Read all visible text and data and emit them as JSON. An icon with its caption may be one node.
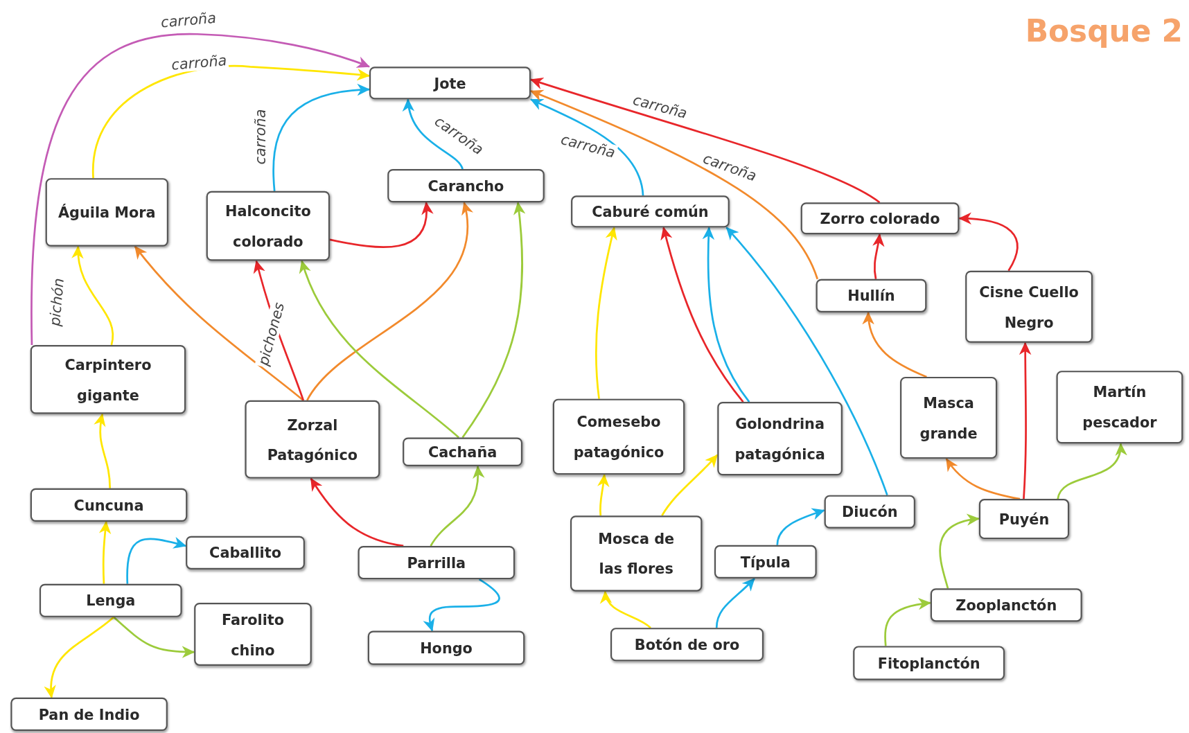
{
  "diagram": {
    "title": "Bosque 2",
    "nodes": [
      {
        "text": [
          "Jote"
        ]
      },
      {
        "text": [
          "Águila Mora"
        ]
      },
      {
        "text": [
          "Halconcito colorado"
        ]
      },
      {
        "text": [
          "Carancho"
        ]
      },
      {
        "text": [
          "Caburé común"
        ]
      },
      {
        "text": [
          "Zorro colorado"
        ]
      },
      {
        "text": [
          "Hullín"
        ]
      },
      {
        "text": [
          "Cisne Cuello Negro"
        ]
      },
      {
        "text": [
          "Carpintero gigante"
        ]
      },
      {
        "text": [
          "Zorzal Patagónico"
        ]
      },
      {
        "text": [
          "Cachaña"
        ]
      },
      {
        "text": [
          "Comesebo patagónico"
        ]
      },
      {
        "text": [
          "Golondrina patagónica"
        ]
      },
      {
        "text": [
          "Masca grande"
        ]
      },
      {
        "text": [
          "Martín pescador"
        ]
      },
      {
        "text": [
          "Cuncuna"
        ]
      },
      {
        "text": [
          "Caballito"
        ]
      },
      {
        "text": [
          "Mosca de las flores"
        ]
      },
      {
        "text": [
          "Diucón"
        ]
      },
      {
        "text": [
          "Puyén"
        ]
      },
      {
        "text": [
          "Parrilla"
        ]
      },
      {
        "text": [
          "Típula"
        ]
      },
      {
        "text": [
          "Lenga"
        ]
      },
      {
        "text": [
          "Farolito chino"
        ]
      },
      {
        "text": [
          "Hongo"
        ]
      },
      {
        "text": [
          "Zooplanctón"
        ]
      },
      {
        "text": [
          "Botón de oro"
        ]
      },
      {
        "text": [
          "Fitoplanctón"
        ]
      },
      {
        "text": [
          "Pan de Indio"
        ]
      }
    ],
    "edges": [
      {
        "from": 8,
        "to": 0,
        "arrow": "to",
        "label": "carroña",
        "color": "#c45bb5"
      },
      {
        "from": 1,
        "to": 0,
        "arrow": "to",
        "label": "carroña",
        "color": "#ffe600"
      },
      {
        "from": 2,
        "to": 0,
        "arrow": "to",
        "label": "carroña",
        "color": "#1ab0e8"
      },
      {
        "from": 3,
        "to": 0,
        "arrow": "to",
        "label": "carroña",
        "color": "#1ab0e8"
      },
      {
        "from": 4,
        "to": 0,
        "arrow": "to",
        "label": "carroña",
        "color": "#1ab0e8"
      },
      {
        "from": 6,
        "to": 0,
        "arrow": "to",
        "label": "carroña",
        "color": "#f28a2c"
      },
      {
        "from": 5,
        "to": 0,
        "arrow": "to",
        "label": "carroña",
        "color": "#e8262a"
      },
      {
        "from": 2,
        "to": 3,
        "arrow": "to",
        "color": "#e8262a"
      },
      {
        "from": 9,
        "to": 3,
        "arrow": "to",
        "color": "#f28a2c"
      },
      {
        "from": 10,
        "to": 3,
        "arrow": "to",
        "color": "#9ccb3b"
      },
      {
        "from": 9,
        "to": 1,
        "arrow": "to",
        "color": "#f28a2c"
      },
      {
        "from": 9,
        "to": 2,
        "arrow": "to",
        "label": "pichones",
        "color": "#e8262a"
      },
      {
        "from": 10,
        "to": 2,
        "arrow": "to",
        "color": "#9ccb3b"
      },
      {
        "from": 8,
        "to": 1,
        "arrow": "to",
        "label": "pichón",
        "color": "#ffe600"
      },
      {
        "from": 11,
        "to": 4,
        "arrow": "to",
        "color": "#ffe600"
      },
      {
        "from": 12,
        "to": 4,
        "arrow": "to",
        "color": "#e8262a"
      },
      {
        "from": 12,
        "to": 4,
        "arrow": "to",
        "color": "#1ab0e8"
      },
      {
        "from": 18,
        "to": 4,
        "arrow": "to",
        "color": "#1ab0e8"
      },
      {
        "from": 6,
        "to": 5,
        "arrow": "to",
        "color": "#e8262a"
      },
      {
        "from": 7,
        "to": 5,
        "arrow": "to",
        "color": "#e8262a"
      },
      {
        "from": 13,
        "to": 6,
        "arrow": "to",
        "color": "#f28a2c"
      },
      {
        "from": 19,
        "to": 13,
        "arrow": "to",
        "color": "#f28a2c"
      },
      {
        "from": 19,
        "to": 7,
        "arrow": "to",
        "color": "#e8262a"
      },
      {
        "from": 19,
        "to": 14,
        "arrow": "to",
        "color": "#9ccb3b"
      },
      {
        "from": 15,
        "to": 8,
        "arrow": "to",
        "color": "#ffe600"
      },
      {
        "from": 22,
        "to": 15,
        "arrow": "to",
        "color": "#ffe600"
      },
      {
        "from": 22,
        "to": 16,
        "arrow": "to",
        "color": "#1ab0e8"
      },
      {
        "from": 22,
        "to": 23,
        "arrow": "to",
        "color": "#9ccb3b"
      },
      {
        "from": 22,
        "to": 28,
        "arrow": "to",
        "color": "#ffe600"
      },
      {
        "from": 20,
        "to": 9,
        "arrow": "to",
        "color": "#e8262a"
      },
      {
        "from": 20,
        "to": 10,
        "arrow": "to",
        "color": "#9ccb3b"
      },
      {
        "from": 20,
        "to": 24,
        "arrow": "to",
        "color": "#1ab0e8"
      },
      {
        "from": 17,
        "to": 11,
        "arrow": "to",
        "color": "#ffe600"
      },
      {
        "from": 17,
        "to": 12,
        "arrow": "to",
        "color": "#ffe600"
      },
      {
        "from": 26,
        "to": 17,
        "arrow": "to",
        "color": "#ffe600"
      },
      {
        "from": 26,
        "to": 21,
        "arrow": "to",
        "color": "#1ab0e8"
      },
      {
        "from": 21,
        "to": 18,
        "arrow": "to",
        "color": "#1ab0e8"
      },
      {
        "from": 25,
        "to": 19,
        "arrow": "to",
        "color": "#9ccb3b"
      },
      {
        "from": 27,
        "to": 25,
        "arrow": "to",
        "color": "#9ccb3b"
      }
    ]
  }
}
